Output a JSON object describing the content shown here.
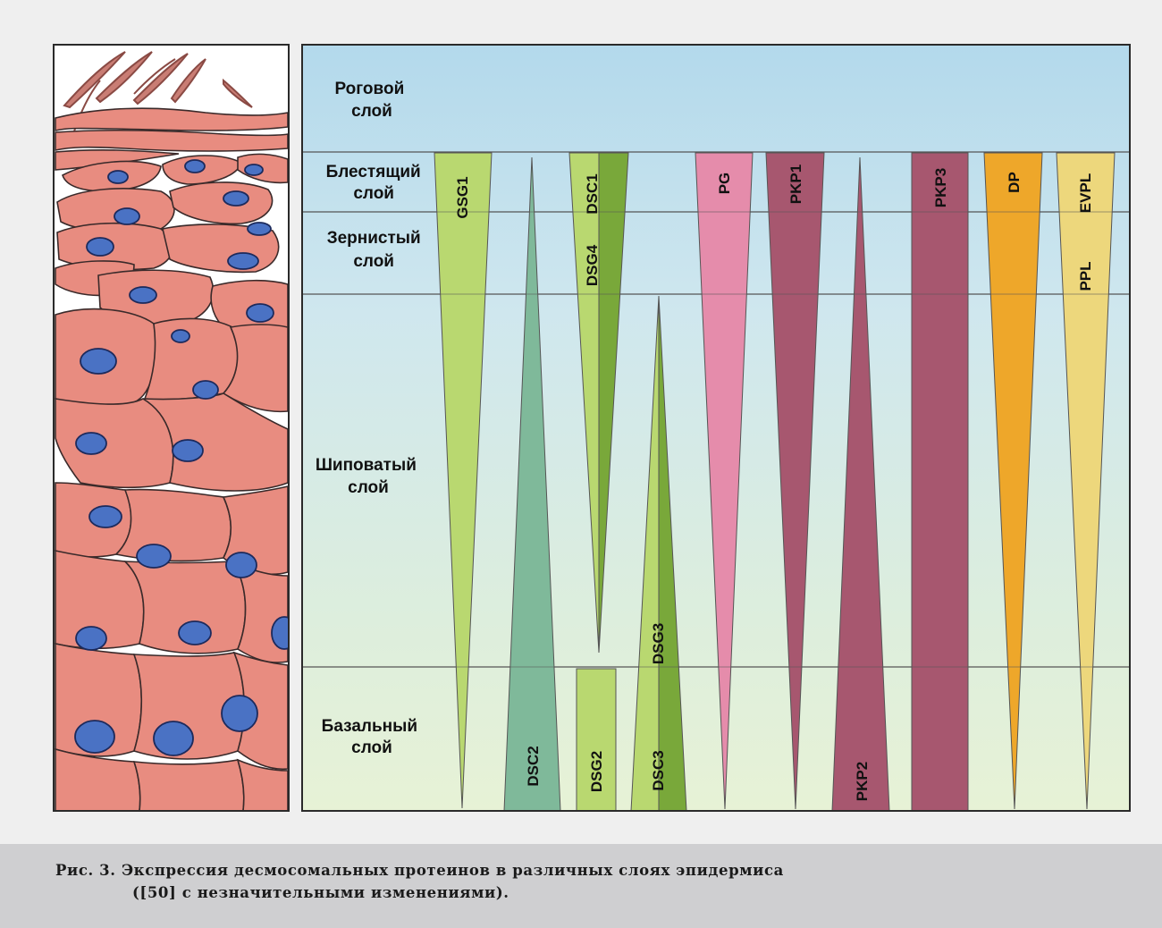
{
  "layers": [
    {
      "id": "stratum-corneum",
      "lines": [
        "Роговой",
        "слой"
      ]
    },
    {
      "id": "stratum-lucidum",
      "lines": [
        "Блестящий",
        "слой"
      ]
    },
    {
      "id": "stratum-granulosum",
      "lines": [
        "Зернистый",
        "слой"
      ]
    },
    {
      "id": "stratum-spinosum",
      "lines": [
        "Шиповатый",
        "слой"
      ]
    },
    {
      "id": "stratum-basale",
      "lines": [
        "Базальный",
        "слой"
      ]
    }
  ],
  "proteins": {
    "gsg1": "GSG1",
    "dsc2": "DSC2",
    "dsc1": "DSC1",
    "dsg4": "DSG4",
    "dsg2": "DSG2",
    "dsg3_top": "DSG3",
    "dsc3": "DSC3",
    "pg": "PG",
    "pkp1": "PKP1",
    "pkp2": "PKP2",
    "pkp3": "PKP3",
    "dp": "DP",
    "evpl": "EVPL",
    "ppl": "PPL"
  },
  "colors": {
    "light_green": "#b9d870",
    "dark_green": "#79a83a",
    "teal_green": "#7fb99a",
    "pink": "#e58cab",
    "plum": "#a7576f",
    "orange": "#eea72a",
    "pale_yellow": "#edd77c",
    "cell": "#e88c80",
    "nucleus": "#4a72c4"
  },
  "caption": {
    "line1": "Рис. 3. Экспрессия десмосомальных протеинов в различных слоях эпидермиса",
    "line2": "([50] с незначительными изменениями)."
  }
}
